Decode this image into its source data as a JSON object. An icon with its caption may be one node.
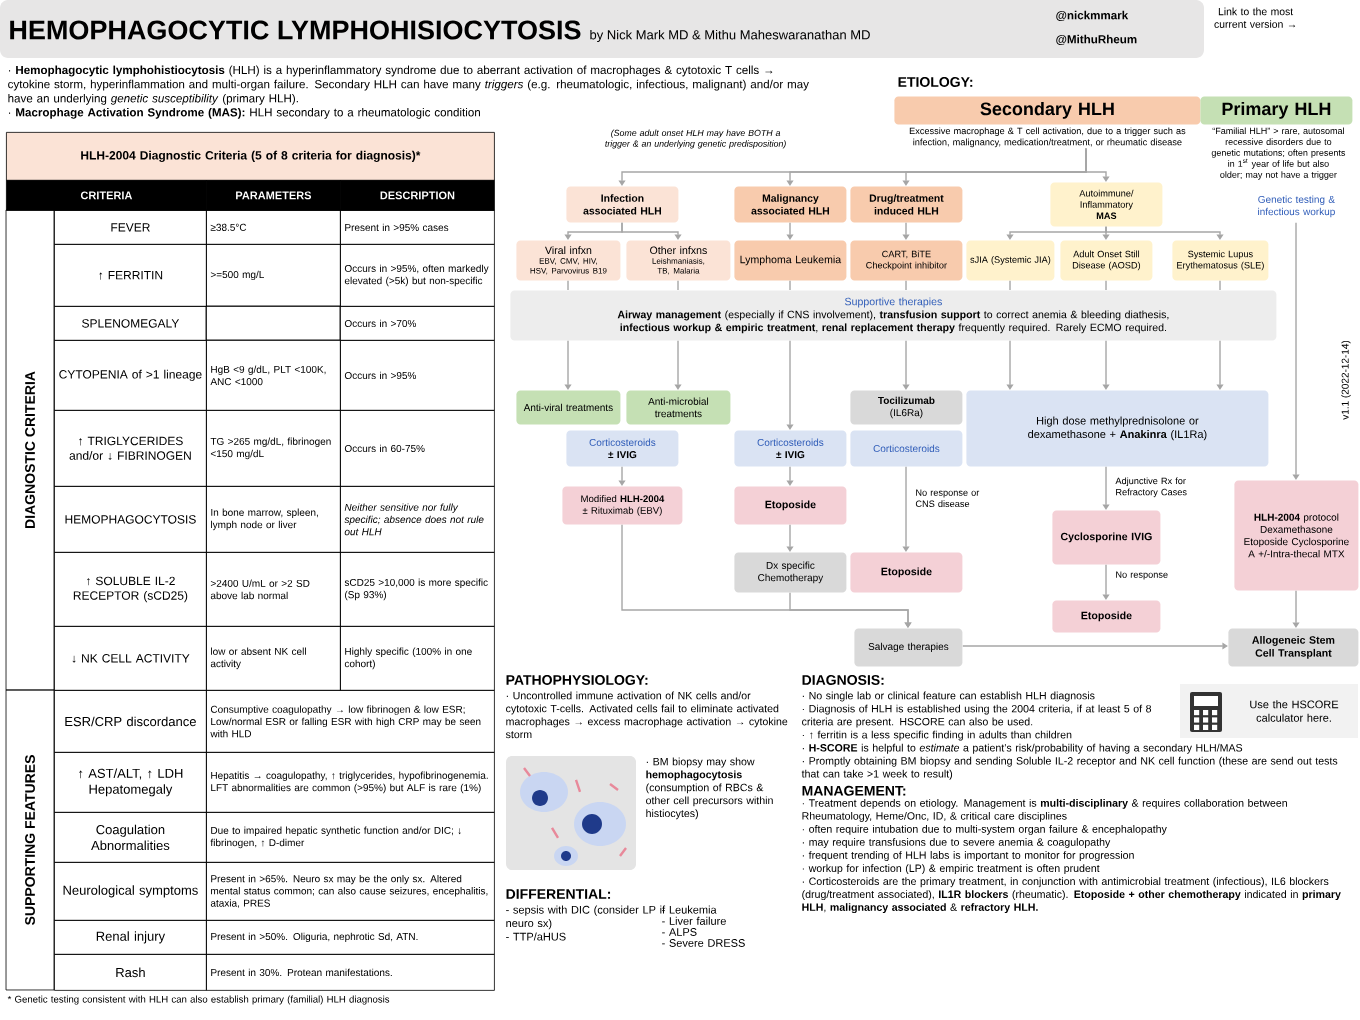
{
  "diagram": {
    "title": "HEMOPHAGOCYTIC LYMPHOHISIOCYTOSIS",
    "nodes": [
      {
        "text": [
          "Secondary HLH"
        ],
        "beside": [
          "Excessive macrophage & T cell activation, due to a trigger such as infection, malignancy, medication/treatment, or rheumatic disease"
        ]
      },
      {
        "text": [
          "Primary HLH"
        ],
        "beside": [
          "“Familial HLH” > rare, autosomal recessive disorders due to genetic mutations; often presents in 1$^{st}$ year of life but also older; may not have a trigger"
        ]
      },
      {
        "text": [
          "Infection associated HLH"
        ]
      },
      {
        "text": [
          "Malignancy associated HLH"
        ]
      },
      {
        "text": [
          "Drug/treatment induced HLH"
        ]
      },
      {
        "text": [
          "Autoimmune/ Inflammatory",
          "MAS"
        ]
      },
      {
        "text": [
          "Genetic testing & infectious workup"
        ]
      },
      {
        "text": [
          "Viral infxn",
          "EBV, CMV, HIV, HSV, Parvovirus B19"
        ]
      },
      {
        "text": [
          "Other infxns",
          "Leishmaniasis, TB, Malaria"
        ]
      },
      {
        "text": [
          "Lymphoma Leukemia"
        ]
      },
      {
        "text": [
          "CART, BiTE Checkpoint inhibitor"
        ]
      },
      {
        "text": [
          "sJIA (Systemic JIA)"
        ]
      },
      {
        "text": [
          "Adult Onset Still Disease (AOSD)"
        ]
      },
      {
        "text": [
          "Systemic Lupus Erythematosus (SLE)"
        ]
      },
      {
        "text": [
          "Supportive therapies",
          "**Airway management** (especially if CNS involvement), **transfusion support** to correct anemia & bleeding diathesis, **infectious workup & empiric treatment**, **renal replacement therapy** frequently required. Rarely ECMO required."
        ]
      },
      {
        "text": [
          "Anti-viral treatments"
        ]
      },
      {
        "text": [
          "Anti-microbial treatments"
        ]
      },
      {
        "text": [
          "Corticosteroids",
          "± IVIG"
        ]
      },
      {
        "text": [
          "Modified **HLH-2004** ± Rituximab (EBV)"
        ]
      },
      {
        "text": [
          "Corticosteroids",
          "± IVIG"
        ]
      },
      {
        "text": [
          "Etoposide"
        ]
      },
      {
        "text": [
          "Dx specific Chemotherapy"
        ]
      },
      {
        "text": [
          "Tocilizumab",
          "(IL6Ra)"
        ]
      },
      {
        "text": [
          "Corticosteroids"
        ]
      },
      {
        "text": [
          "Etoposide"
        ]
      },
      {
        "text": [
          "High dose methylprednisolone or dexamethasone + **Anakinra** (IL1Ra)"
        ]
      },
      {
        "text": [
          "Cyclosporine IVIG"
        ]
      },
      {
        "text": [
          "Etoposide"
        ]
      },
      {
        "text": [
          "**HLH-2004** protocol",
          "Dexamethasone Etoposide Cyclosporine A +/-Intra-thecal MTX"
        ]
      },
      {
        "text": [
          "Salvage therapies"
        ]
      },
      {
        "text": [
          "Allogeneic Stem Cell Transplant"
        ]
      }
    ],
    "edges": [
      {
        "from": 0,
        "to": 2,
        "arrow": "to"
      },
      {
        "from": 0,
        "to": 3,
        "arrow": "to"
      },
      {
        "from": 0,
        "to": 4,
        "arrow": "to"
      },
      {
        "from": 0,
        "to": 5,
        "arrow": "to"
      },
      {
        "from": 2,
        "to": 7,
        "arrow": "to"
      },
      {
        "from": 2,
        "to": 8,
        "arrow": "to"
      },
      {
        "from": 3,
        "to": 9,
        "arrow": "to"
      },
      {
        "from": 4,
        "to": 10,
        "arrow": "to"
      },
      {
        "from": 5,
        "to": 11,
        "arrow": "to"
      },
      {
        "from": 5,
        "to": 12,
        "arrow": "to"
      },
      {
        "from": 5,
        "to": 13,
        "arrow": "to"
      },
      {
        "from": 7,
        "to": 14,
        "arrow": "none"
      },
      {
        "from": 8,
        "to": 14,
        "arrow": "none"
      },
      {
        "from": 9,
        "to": 14,
        "arrow": "none"
      },
      {
        "from": 10,
        "to": 14,
        "arrow": "none"
      },
      {
        "from": 11,
        "to": 14,
        "arrow": "none"
      },
      {
        "from": 12,
        "to": 14,
        "arrow": "none"
      },
      {
        "from": 13,
        "to": 14,
        "arrow": "none"
      },
      {
        "from": 14,
        "to": 15,
        "arrow": "to"
      },
      {
        "from": 14,
        "to": 16,
        "arrow": "to"
      },
      {
        "from": 14,
        "to": 19,
        "arrow": "to"
      },
      {
        "from": 14,
        "to": 22,
        "arrow": "to"
      },
      {
        "from": 14,
        "to": 25,
        "arrow": "to"
      },
      {
        "from": 14,
        "to": 25,
        "arrow": "to"
      },
      {
        "from": 14,
        "to": 25,
        "arrow": "to"
      },
      {
        "from": 17,
        "to": 18,
        "arrow": "to"
      },
      {
        "from": 19,
        "to": 20,
        "arrow": "to"
      },
      {
        "from": 20,
        "to": 21,
        "arrow": "to"
      },
      {
        "from": 23,
        "to": 24,
        "arrow": "to",
        "label": "No response or CNS disease"
      },
      {
        "from": 25,
        "to": 26,
        "arrow": "to",
        "label": "Adjunctive Rx for Refractory Cases"
      },
      {
        "from": 26,
        "to": 27,
        "arrow": "to",
        "label": "No response"
      },
      {
        "from": 18,
        "to": 29,
        "arrow": "to"
      },
      {
        "from": 21,
        "to": 29,
        "arrow": "to"
      },
      {
        "from": 29,
        "to": 30,
        "arrow": "to"
      },
      {
        "from": 6,
        "to": 28,
        "arrow": "to"
      },
      {
        "from": 28,
        "to": 30,
        "arrow": "to"
      }
    ],
    "labels": [
      "by Nick Mark MD & Mithu Maheswaranathan MD",
      "@nickmmark",
      "@MithuRheum",
      "Link to the most current version →",
      "· **Hemophagocytic lymphohistiocytosis** (HLH) is a hyperinflammatory syndrome due to aberrant activation of macrophages & cytotoxic T cells → cytokine storm, hyperinflammation and multi-organ failure. Secondary HLH can have many *triggers* (e.g. rheumatologic, infectious, malignant) and/or may have an underlying *genetic susceptibility* (primary HLH).",
      "· **Macrophage Activation Syndrome (MAS):** HLH secondary to a rheumatologic condition",
      "HLH-2004 Diagnostic Criteria (5 of 8 criteria for diagnosis)*",
      "CRITERIA",
      "PARAMETERS",
      "DESCRIPTION",
      "DIAGNOSTIC CRITERIA",
      "FEVER",
      "≥38.5°C",
      "Present in >95% cases",
      "↑ FERRITIN",
      ">=500 mg/L",
      "Occurs in >95%, often markedly elevated (>5k) but non-specific",
      "SPLENOMEGALY",
      "Occurs in >70%",
      "CYTOPENIA of >1 lineage",
      "HgB <9 g/dL, PLT <100K, ANC <1000",
      "Occurs in >95%",
      "↑ TRIGLYCERIDES and/or ↓ FIBRINOGEN",
      "TG >265 mg/dL, fibrinogen <150 mg/dL",
      "Occurs in 60-75%",
      "HEMOPHAGOCYTOSIS",
      "In bone marrow, spleen, lymph node or liver",
      "Neither sensitive nor fully specific; absence does not rule out HLH",
      "↑ SOLUBLE IL-2 RECEPTOR (sCD25)",
      ">2400 U/mL or >2 SD above lab normal",
      "sCD25 >10,000 is more specific (Sp 93%)",
      "↓ NK CELL ACTIVITY",
      "low or absent NK cell activity",
      "Highly specific (100% in one cohort)",
      "SUPPORTING FEATURES",
      "ESR/CRP discordance",
      "Consumptive coagulopathy → low fibrinogen & low ESR; Low/normal ESR or falling ESR with high CRP may be seen with HLD",
      "↑ AST/ALT, ↑ LDH Hepatomegaly",
      "Hepatitis → coagulopathy, ↑ triglycerides, hypofibrinogenemia. LFT abnormalities are common (>95%) but ALF is rare (1%)",
      "Coagulation Abnormalities",
      "Due to impaired hepatic synthetic function and/or DIC; ↓ fibrinogen, ↑ D-dimer",
      "Neurological symptoms",
      "Present in >65%. Neuro sx may be the only sx. Altered mental status common; can also cause seizures, encephalitis, ataxia, PRES",
      "Renal injury",
      "Present in >50%. Oliguria, nephrotic Sd, ATN.",
      "Rash",
      "Present in 30%. Protean manifestations.",
      "* Genetic testing consistent with HLH can also establish primary (familial) HLH diagnosis",
      "ETIOLOGY:",
      "(Some adult onset HLH may have BOTH a trigger & an underlying genetic predisposition)",
      "v1.1 (2022-12-14)",
      "PATHOPHYSIOLOGY:",
      "· Uncontrolled immune activation of NK cells and/or cytotoxic T-cells. Activated cells fail to eliminate activated macrophages → excess macrophage activation → cytokine storm",
      "· BM biopsy may show **hemophagocytosis** (consumption of RBCs & other cell precursors within histiocytes)",
      "DIFFERENTIAL:",
      "- sepsis with DIC (consider LP if neuro sx)",
      "- TTP/aHUS",
      "- Leukemia",
      "- Liver failure",
      "- ALPS",
      "- Severe DRESS",
      "DIAGNOSIS:",
      "· No single lab or clinical feature can establish HLH diagnosis",
      "· Diagnosis of HLH is established using the 2004 criteria, if at least 5 of 8 criteria are present. HSCORE can also be used.",
      "· ↑ ferritin is a less specific finding in adults than children",
      "· **H-SCORE** is helpful to *estimate* a patient’s risk/probability of having a secondary HLH/MAS",
      "· Promptly obtaining BM biopsy and sending Soluble IL-2 receptor and NK cell function (these are send out tests that can take >1 week to result)",
      "Use the HSCORE calculator here.",
      "MANAGEMENT:",
      "· Treatment depends on etiology. Management is **multi-disciplinary** & requires collaboration between Rheumatology, Heme/Onc, ID, & critical care disciplines",
      "· often require intubation due to multi-system organ failure & encephalopathy",
      "· may require transfusions due to severe anemia & coagulopathy",
      "· frequent trending of HLH labs is important to monitor for progression",
      "· workup for infection (LP) & empiric treatment is often prudent",
      "· Corticosteroids are the primary treatment, in conjunction with antimicrobial treatment (infectious), IL6 blockers (drug/treatment associated), **IL1R blockers** (rheumatic). **Etoposide + other chemotherapy** indicated in **primary HLH**, **malignancy associated** & **refractory HLH.**"
    ]
  }
}
